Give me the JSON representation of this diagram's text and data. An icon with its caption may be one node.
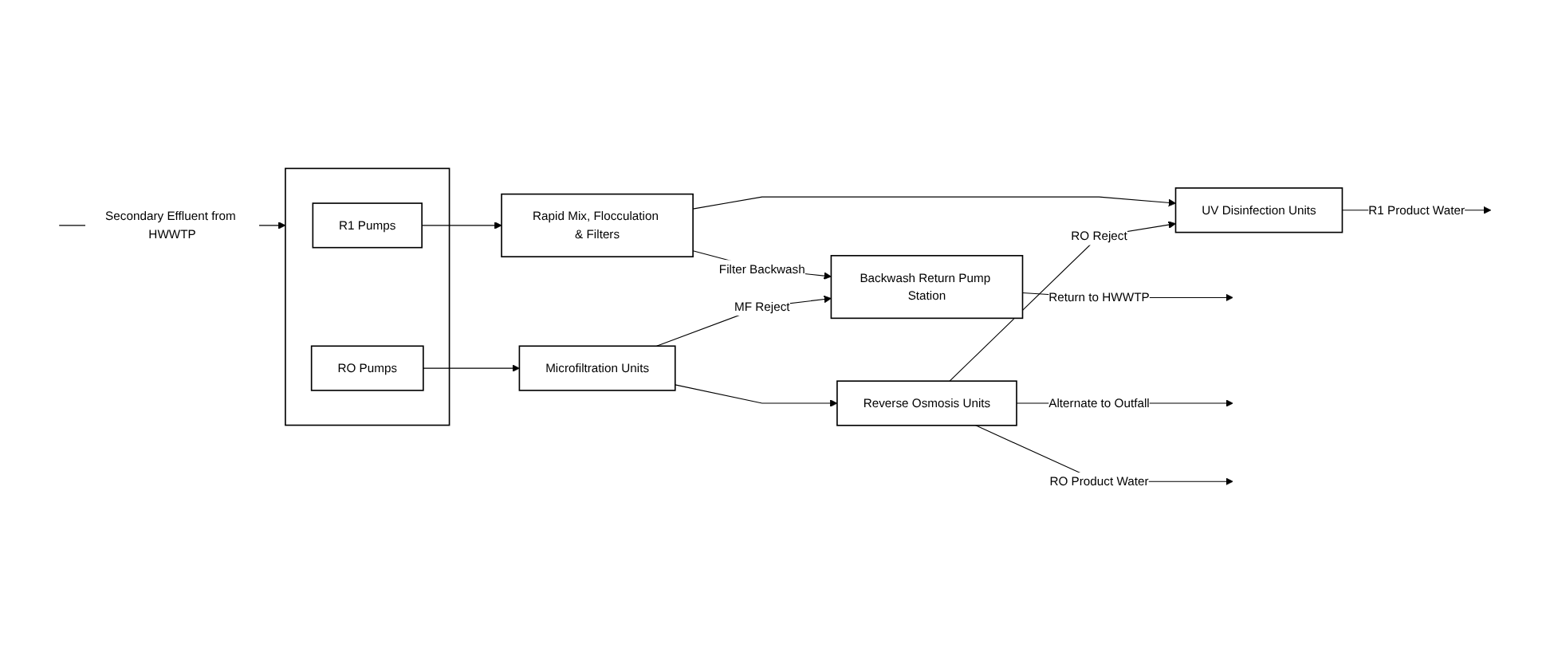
{
  "diagram": {
    "nodes": [
      {
        "text": [
          "Rapid Mix, Flocculation & Filters"
        ]
      },
      {
        "text": [
          "UV Disinfection Units"
        ]
      },
      {
        "text": [],
        "shape": "box"
      },
      {
        "text": [
          "R1 Pumps"
        ],
        "in": 2
      },
      {
        "text": [
          "RO Pumps"
        ],
        "in": 2
      },
      {
        "text": [
          "Backwash Return Pump Station"
        ]
      },
      {
        "text": [
          "Microfiltration Units"
        ]
      },
      {
        "text": [
          "Reverse Osmosis Units"
        ]
      }
    ],
    "edges": [
      {
        "from": null,
        "to": 2,
        "arrow": "to",
        "label": "Secondary Effluent from HWWTP"
      },
      {
        "from": 3,
        "to": 0,
        "arrow": "to"
      },
      {
        "from": 0,
        "to": 1,
        "arrow": "to"
      },
      {
        "from": 0,
        "to": 5,
        "arrow": "to",
        "label": "Filter Backwash"
      },
      {
        "from": 5,
        "to": null,
        "arrow": "to",
        "label": "Return to HWWTP"
      },
      {
        "from": 1,
        "to": null,
        "arrow": "to",
        "label": "R1 Product Water"
      },
      {
        "from": 4,
        "to": 6,
        "arrow": "to"
      },
      {
        "from": 6,
        "to": 5,
        "arrow": "to",
        "label": "MF Reject"
      },
      {
        "from": 6,
        "to": 7,
        "arrow": "to"
      },
      {
        "from": 7,
        "to": 1,
        "arrow": "to",
        "label": "RO Reject"
      },
      {
        "from": 7,
        "to": null,
        "arrow": "to",
        "label": "Alternate to Outfall"
      },
      {
        "from": 7,
        "to": null,
        "arrow": "to",
        "label": "RO Product Water"
      }
    ]
  }
}
